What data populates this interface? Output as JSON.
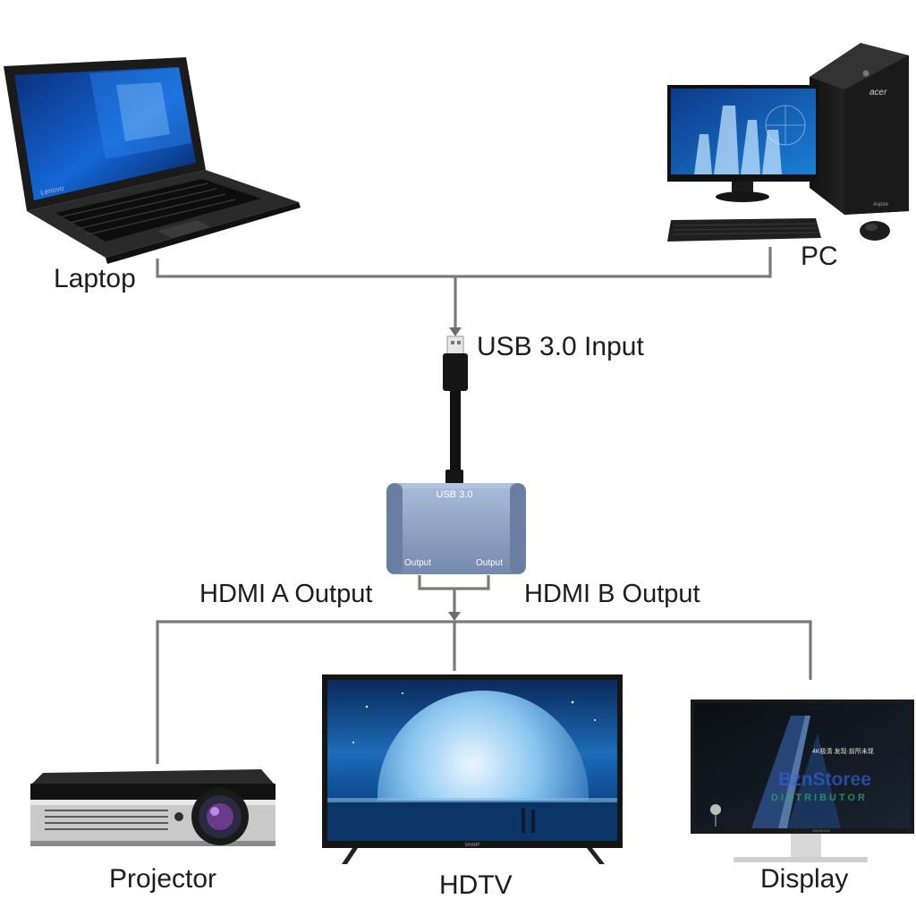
{
  "devices": {
    "laptop": {
      "label": "Laptop",
      "brand": "Lenovo"
    },
    "pc": {
      "label": "PC",
      "brand": "acer",
      "model": "Aspire"
    },
    "projector": {
      "label": "Projector"
    },
    "hdtv": {
      "label": "HDTV",
      "brand": "SHARP"
    },
    "display": {
      "label": "Display",
      "brand": "SAMSUNG",
      "screen_text": "4K极清 发现·前所未现"
    }
  },
  "connector": {
    "label": "USB 3.0 Input"
  },
  "adapter": {
    "top_label": "USB 3.0",
    "port_a_label": "Output",
    "port_b_label": "Output",
    "output_a": "HDMI A Output",
    "output_b": "HDMI B Output"
  },
  "watermark": {
    "line1": "BznStoree",
    "line2": "DISTRIBUTOR"
  },
  "colors": {
    "line": "#7a7a7a",
    "adapter": "#8ea3c4",
    "watermark": "#2f5fd0"
  },
  "icons": [
    "laptop-icon",
    "pc-tower-icon",
    "monitor-icon",
    "usb-plug-icon",
    "hdmi-adapter-icon",
    "projector-icon",
    "tv-icon",
    "display-icon"
  ]
}
